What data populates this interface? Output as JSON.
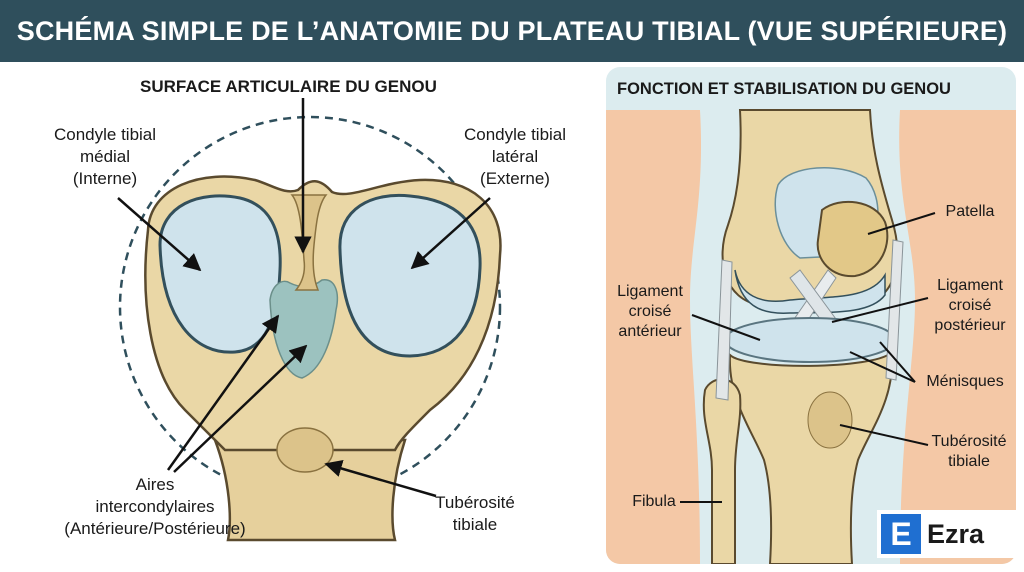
{
  "title": "SCHÉMA SIMPLE DE L’ANATOMIE DU PLATEAU TIBIAL (VUE SUPÉRIEURE)",
  "left": {
    "heading": "SURFACE ARTICULAIRE DU GENOU",
    "medial_condyle": [
      "Condyle tibial",
      "médial",
      "(Interne)"
    ],
    "lateral_condyle": [
      "Condyle tibial",
      "latéral",
      "(Externe)"
    ],
    "intercondylar": [
      "Aires",
      "intercondylaires",
      "(Antérieure/Postérieure)"
    ],
    "tuberosity": [
      "Tubérosité",
      "tibiale"
    ]
  },
  "right": {
    "heading": "FONCTION ET STABILISATION DU GENOU",
    "patella": "Patella",
    "pcl": [
      "Ligament",
      "croisé",
      "postérieur"
    ],
    "acl": [
      "Ligament",
      "croisé",
      "antérieur"
    ],
    "menisci": "Ménisques",
    "tuberosity": [
      "Tubérosité",
      "tibiale"
    ],
    "fibula": "Fibula"
  },
  "logo": {
    "mark": "E",
    "text": "Ezra"
  },
  "colors": {
    "header": "#2f4f5c",
    "bone": "#e9d6a6",
    "cartilage": "#cfe3ec",
    "panel": "#dcecef",
    "logo": "#1f6fd1"
  }
}
